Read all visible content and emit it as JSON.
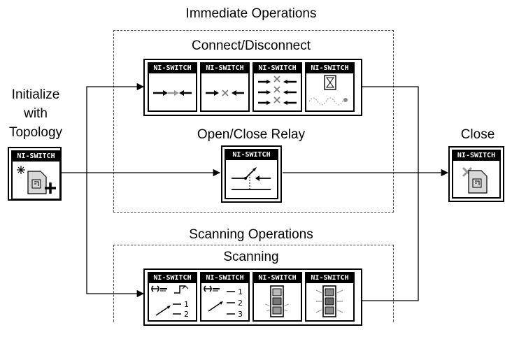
{
  "labels": {
    "immediate_operations": "Immediate Operations",
    "connect_disconnect": "Connect/Disconnect",
    "initialize_line1": "Initialize",
    "initialize_line2": "with",
    "initialize_line3": "Topology",
    "open_close_relay": "Open/Close Relay",
    "close": "Close",
    "scanning_operations": "Scanning Operations",
    "scanning": "Scanning"
  },
  "vi_banner": "NI-SWITCH",
  "icons": {
    "initialize": "initialize-topology-icon",
    "connect": "connect-icon",
    "disconnect": "disconnect-icon",
    "disconnect_multiple": "disconnect-multiple-icon",
    "wait_for_debounce": "wait-for-debounce-icon",
    "relay_control": "relay-control-icon",
    "close": "close-session-icon",
    "initiate_scan": "initiate-scan-icon",
    "send_software_trigger": "send-software-trigger-icon",
    "wait_for_scan_complete": "wait-for-scan-complete-icon",
    "abort_scan": "abort-scan-icon"
  },
  "colors": {
    "banner": "#000000",
    "arrow_gray": "#9a9a9a",
    "wire": "#000000"
  }
}
